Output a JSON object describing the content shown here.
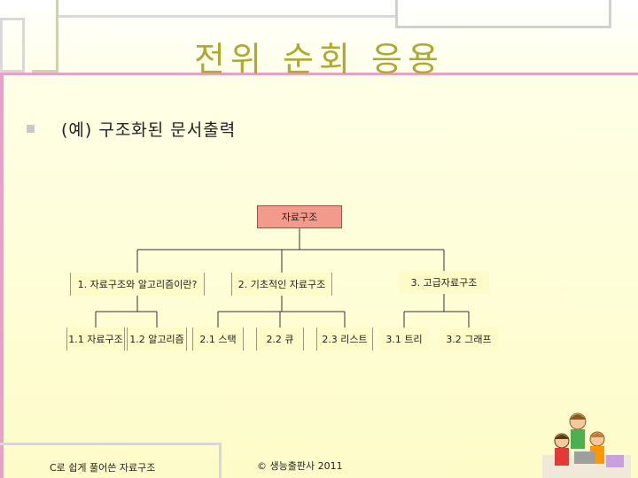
{
  "slide": {
    "title": "전위 순회 응용",
    "bullet": "(예) 구조화된 문서출력"
  },
  "tree": {
    "root": "자료구조",
    "children": [
      {
        "label": "1. 자료구조와 알고리즘이란?",
        "children": [
          "1.1 자료구조",
          "1.2 알고리즘"
        ]
      },
      {
        "label": "2. 기초적인 자료구조",
        "children": [
          "2.1 스택",
          "2.2 큐",
          "2.3 리스트"
        ]
      },
      {
        "label": "3. 고급자료구조",
        "children": [
          "3.1 트리",
          "3.2 그래프"
        ]
      }
    ]
  },
  "footer": {
    "left": "C로 쉽게 풀어쓴 자료구조",
    "center": "© 생능출판사 2011"
  },
  "colors": {
    "title": "#b0a830",
    "root_fill": "#f29a8c",
    "node_fill": "#fdfcc8",
    "deco_pink": "#e8a0c8",
    "deco_gray": "#c8c8c8",
    "deco_green": "#c8d8a0"
  },
  "icons": [
    "children-clipart"
  ]
}
